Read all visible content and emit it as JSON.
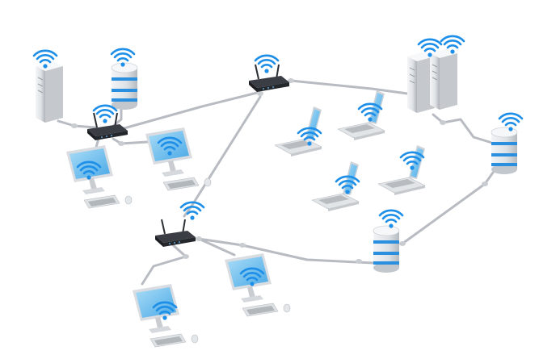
{
  "colors": {
    "background": "#ffffff",
    "cable": "#b8bcc2",
    "cable_node": "#c9ccd1",
    "wifi": "#1e8fe8",
    "screen": "#7fc6f2",
    "screen_dark": "#3aa0e0",
    "device_body": "#e9ecef",
    "device_shadow": "#b9bec4",
    "router": "#2a2d31",
    "db_blue": "#2b8fe0"
  },
  "icons": {
    "wifi": "wifi-icon",
    "server_tower": "server-tower-icon",
    "database_cylinder": "database-icon",
    "router": "router-icon",
    "desktop_monitor": "desktop-monitor-icon",
    "laptop": "laptop-icon"
  },
  "diagram": {
    "kind": "network topology illustration",
    "node_types": [
      "server-tower",
      "database-cylinder",
      "router",
      "desktop",
      "laptop"
    ]
  }
}
